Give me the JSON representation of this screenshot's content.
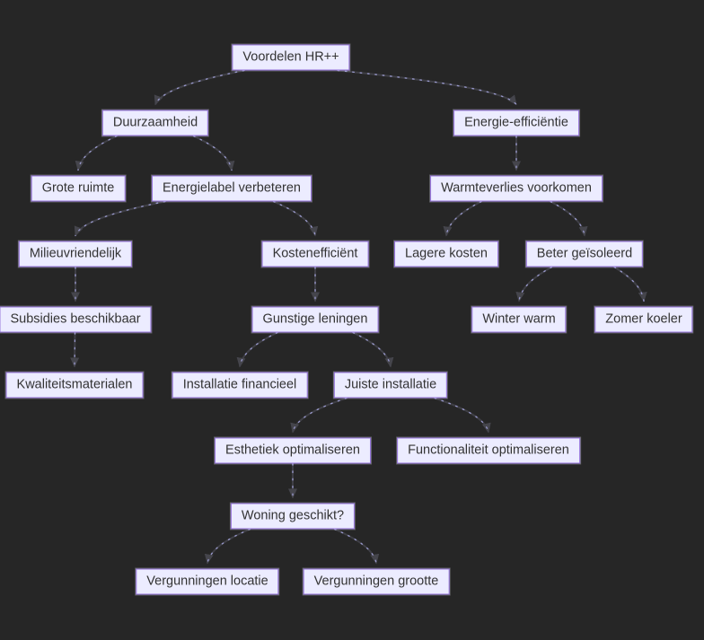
{
  "page": {
    "background_color": "#262626",
    "kind": "mermaid-style flowchart (top-down tree), Dutch labels"
  },
  "diagram": {
    "type": "flowchart-tree",
    "direction": "top-down",
    "colors": {
      "node_fill": "#ECECFF",
      "node_border": "#9370DB",
      "node_text": "#333333",
      "edge_line": "#3f3f46",
      "edge_dots": "#9a9ace",
      "arrowhead": "#45454c"
    },
    "nodes": [
      {
        "id": "root",
        "label": "Voordelen HR++"
      },
      {
        "id": "duurzaamheid",
        "label": "Duurzaamheid"
      },
      {
        "id": "energie_efficientie",
        "label": "Energie-efficiëntie"
      },
      {
        "id": "grote_ruimte",
        "label": "Grote ruimte"
      },
      {
        "id": "energielabel",
        "label": "Energielabel verbeteren"
      },
      {
        "id": "warmteverlies",
        "label": "Warmteverlies voorkomen"
      },
      {
        "id": "milieuvriendelijk",
        "label": "Milieuvriendelijk"
      },
      {
        "id": "kostenefficient",
        "label": "Kostenefficiënt"
      },
      {
        "id": "lagere_kosten",
        "label": "Lagere kosten"
      },
      {
        "id": "beter_geisoleerd",
        "label": "Beter geïsoleerd"
      },
      {
        "id": "subsidies",
        "label": "Subsidies beschikbaar"
      },
      {
        "id": "gunstige_leningen",
        "label": "Gunstige leningen"
      },
      {
        "id": "winter_warm",
        "label": "Winter warm"
      },
      {
        "id": "zomer_koeler",
        "label": "Zomer koeler"
      },
      {
        "id": "kwaliteitsmaterialen",
        "label": "Kwaliteitsmaterialen"
      },
      {
        "id": "installatie_financieel",
        "label": "Installatie financieel"
      },
      {
        "id": "juiste_installatie",
        "label": "Juiste installatie"
      },
      {
        "id": "esthetiek",
        "label": "Esthetiek optimaliseren"
      },
      {
        "id": "functionaliteit",
        "label": "Functionaliteit optimaliseren"
      },
      {
        "id": "woning_geschikt",
        "label": "Woning geschikt?"
      },
      {
        "id": "vergunningen_locatie",
        "label": "Vergunningen locatie"
      },
      {
        "id": "vergunningen_grootte",
        "label": "Vergunningen grootte"
      }
    ],
    "edges": [
      {
        "from": "root",
        "to": "duurzaamheid"
      },
      {
        "from": "root",
        "to": "energie_efficientie"
      },
      {
        "from": "duurzaamheid",
        "to": "grote_ruimte"
      },
      {
        "from": "duurzaamheid",
        "to": "energielabel"
      },
      {
        "from": "energie_efficientie",
        "to": "warmteverlies"
      },
      {
        "from": "energielabel",
        "to": "milieuvriendelijk"
      },
      {
        "from": "energielabel",
        "to": "kostenefficient"
      },
      {
        "from": "warmteverlies",
        "to": "lagere_kosten"
      },
      {
        "from": "warmteverlies",
        "to": "beter_geisoleerd"
      },
      {
        "from": "milieuvriendelijk",
        "to": "subsidies"
      },
      {
        "from": "kostenefficient",
        "to": "gunstige_leningen"
      },
      {
        "from": "beter_geisoleerd",
        "to": "winter_warm"
      },
      {
        "from": "beter_geisoleerd",
        "to": "zomer_koeler"
      },
      {
        "from": "subsidies",
        "to": "kwaliteitsmaterialen"
      },
      {
        "from": "gunstige_leningen",
        "to": "installatie_financieel"
      },
      {
        "from": "gunstige_leningen",
        "to": "juiste_installatie"
      },
      {
        "from": "juiste_installatie",
        "to": "esthetiek"
      },
      {
        "from": "juiste_installatie",
        "to": "functionaliteit"
      },
      {
        "from": "esthetiek",
        "to": "woning_geschikt"
      },
      {
        "from": "woning_geschikt",
        "to": "vergunningen_locatie"
      },
      {
        "from": "woning_geschikt",
        "to": "vergunningen_grootte"
      }
    ]
  }
}
